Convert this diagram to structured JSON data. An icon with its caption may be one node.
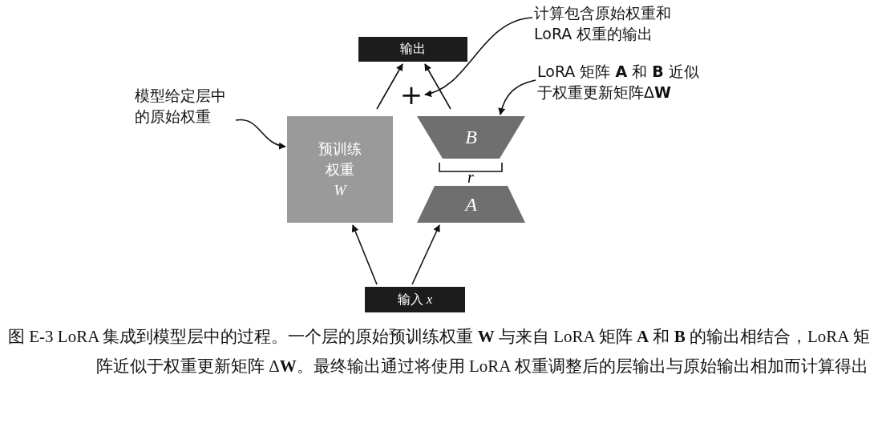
{
  "diagram": {
    "caption": "图 E-3 LoRA 集成到模型层中的过程。一个层的原始预训练权重 **W** 与来自 LoRA 矩阵 **A** 和 **B** 的输出相结合，LoRA 矩阵近似于权重更新矩阵 Δ**W**。最终输出通过将使用 LoRA 权重调整后的层输出与原始输出相加而计算得出",
    "nodes": [
      {
        "text": [
          "输出"
        ]
      },
      {
        "text": [
          "预训练权重 *W*"
        ]
      },
      {
        "text": [
          "B"
        ]
      },
      {
        "text": [
          "A"
        ]
      },
      {
        "text": [
          "输入 *x*"
        ]
      },
      {
        "text": [
          "+"
        ]
      },
      {
        "text": [
          "模型给定层中的原始权重"
        ]
      },
      {
        "text": [
          "计算包含原始权重和LoRA 权重的输出"
        ]
      },
      {
        "text": [
          "LoRA 矩阵 **A** 和 **B** 近似于权重更新矩阵Δ**W**"
        ]
      }
    ],
    "edges": [
      {
        "from": 1,
        "to": 0,
        "arrow": "to"
      },
      {
        "from": 2,
        "to": 0,
        "arrow": "to"
      },
      {
        "from": 4,
        "to": 1,
        "arrow": "to"
      },
      {
        "from": 4,
        "to": 3,
        "arrow": "to"
      },
      {
        "from": 6,
        "to": 1,
        "arrow": "to"
      },
      {
        "from": 7,
        "to": 5,
        "arrow": "to"
      },
      {
        "from": 8,
        "to": 2,
        "arrow": "to"
      }
    ],
    "labels": [
      "r"
    ]
  }
}
